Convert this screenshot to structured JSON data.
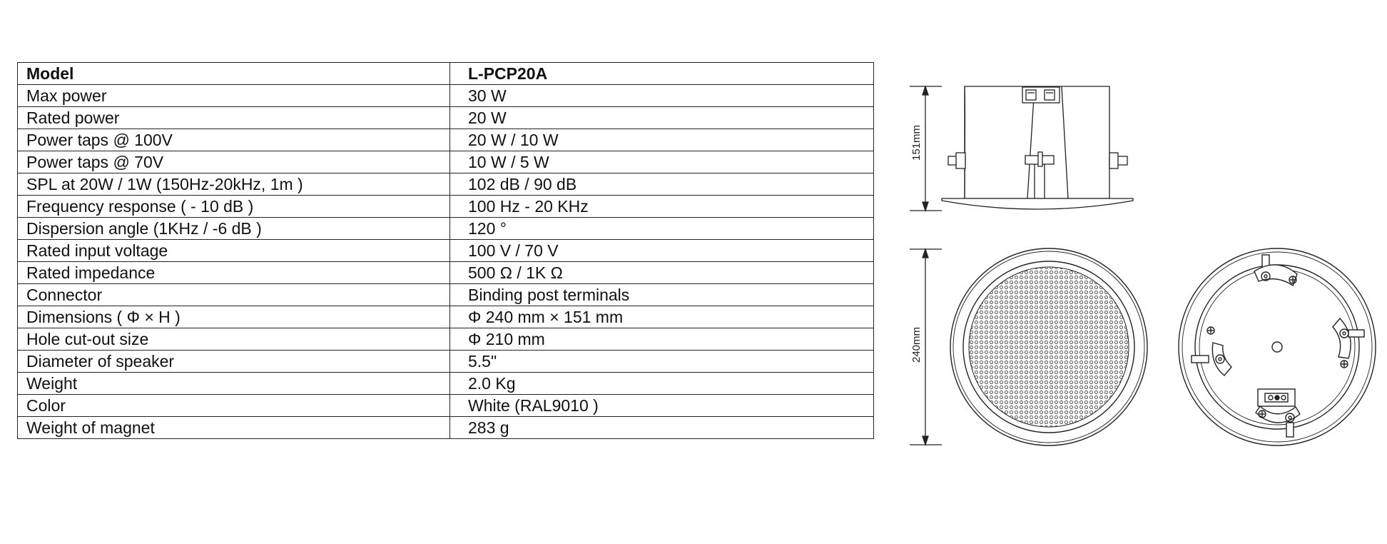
{
  "spec_table": {
    "header": {
      "label": "Model",
      "value": "L-PCP20A"
    },
    "rows": [
      {
        "label": "Max  power",
        "value": "30 W"
      },
      {
        "label": "Rated  power",
        "value": "20 W"
      },
      {
        "label": "Power  taps @ 100V",
        "value": "20 W / 10 W"
      },
      {
        "label": "Power  taps @ 70V",
        "value": "10 W / 5 W"
      },
      {
        "label": "SPL at 20W / 1W (150Hz-20kHz, 1m )",
        "value": "102 dB / 90 dB"
      },
      {
        "label": "Frequency  response ( - 10 dB )",
        "value": "100 Hz - 20 KHz"
      },
      {
        "label": "Dispersion  angle (1KHz / -6 dB )",
        "value": "120 °"
      },
      {
        "label": "Rated  input  voltage",
        "value": "100 V / 70 V"
      },
      {
        "label": "Rated  impedance",
        "value": "500 Ω / 1K Ω"
      },
      {
        "label": "Connector",
        "value": "Binding  post  terminals"
      },
      {
        "label": "Dimensions ( Φ × H )",
        "value": "Φ 240 mm × 151 mm"
      },
      {
        "label": "Hole  cut-out  size",
        "value": "Φ 210 mm"
      },
      {
        "label": "Diameter  of  speaker",
        "value": "5.5\""
      },
      {
        "label": "Weight",
        "value": "2.0 Kg"
      },
      {
        "label": "Color",
        "value": "White (RAL9010 )"
      },
      {
        "label": "Weight  of  magnet",
        "value": "283 g"
      }
    ]
  },
  "drawings": {
    "side_height_label": "151mm",
    "diameter_label": "240mm"
  }
}
